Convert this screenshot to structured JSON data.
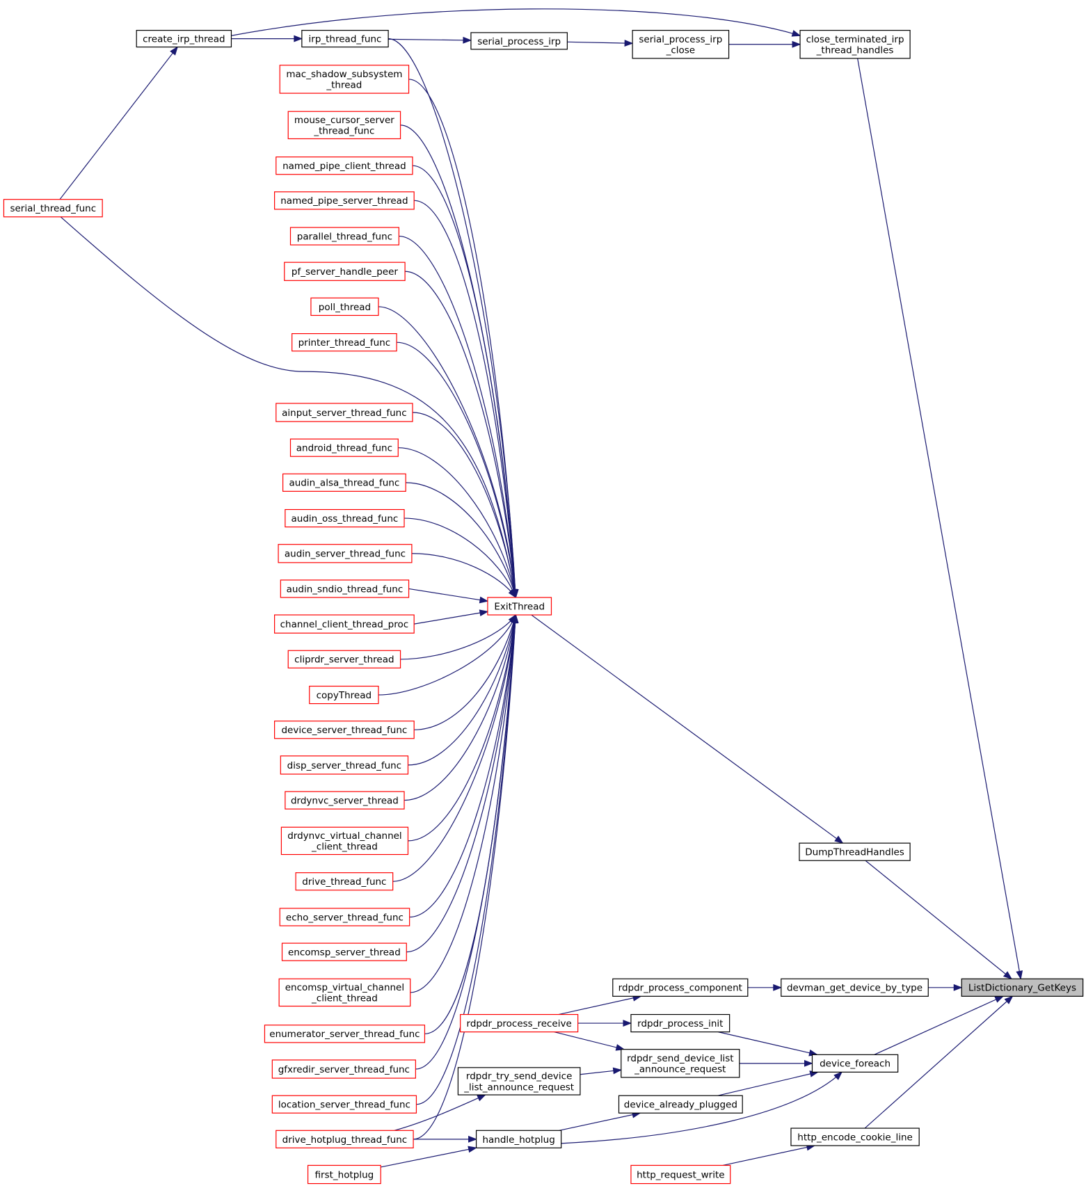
{
  "colors": {
    "edge": "#191970",
    "node_border_black": "#000000",
    "node_border_red": "#ff0000",
    "node_fill": "#ffffff",
    "root_fill": "#bfbfbf"
  },
  "root": "ListDictionary_GetKeys",
  "nodes": [
    {
      "id": "create_irp_thread",
      "lines": [
        "create_irp_thread"
      ],
      "border": "black"
    },
    {
      "id": "irp_thread_func",
      "lines": [
        "irp_thread_func"
      ],
      "border": "black"
    },
    {
      "id": "serial_process_irp",
      "lines": [
        "serial_process_irp"
      ],
      "border": "black"
    },
    {
      "id": "serial_process_irp_close",
      "lines": [
        "serial_process_irp",
        "_close"
      ],
      "border": "black"
    },
    {
      "id": "close_terminated_irp_thread_handles",
      "lines": [
        "close_terminated_irp",
        "_thread_handles"
      ],
      "border": "black"
    },
    {
      "id": "serial_thread_func",
      "lines": [
        "serial_thread_func"
      ],
      "border": "red"
    },
    {
      "id": "mac_shadow_subsystem_thread",
      "lines": [
        "mac_shadow_subsystem",
        "_thread"
      ],
      "border": "red"
    },
    {
      "id": "mouse_cursor_server_thread_func",
      "lines": [
        "mouse_cursor_server",
        "_thread_func"
      ],
      "border": "red"
    },
    {
      "id": "named_pipe_client_thread",
      "lines": [
        "named_pipe_client_thread"
      ],
      "border": "red"
    },
    {
      "id": "named_pipe_server_thread",
      "lines": [
        "named_pipe_server_thread"
      ],
      "border": "red"
    },
    {
      "id": "parallel_thread_func",
      "lines": [
        "parallel_thread_func"
      ],
      "border": "red"
    },
    {
      "id": "pf_server_handle_peer",
      "lines": [
        "pf_server_handle_peer"
      ],
      "border": "red"
    },
    {
      "id": "poll_thread",
      "lines": [
        "poll_thread"
      ],
      "border": "red"
    },
    {
      "id": "printer_thread_func",
      "lines": [
        "printer_thread_func"
      ],
      "border": "red"
    },
    {
      "id": "ainput_server_thread_func",
      "lines": [
        "ainput_server_thread_func"
      ],
      "border": "red"
    },
    {
      "id": "android_thread_func",
      "lines": [
        "android_thread_func"
      ],
      "border": "red"
    },
    {
      "id": "audin_alsa_thread_func",
      "lines": [
        "audin_alsa_thread_func"
      ],
      "border": "red"
    },
    {
      "id": "audin_oss_thread_func",
      "lines": [
        "audin_oss_thread_func"
      ],
      "border": "red"
    },
    {
      "id": "audin_server_thread_func",
      "lines": [
        "audin_server_thread_func"
      ],
      "border": "red"
    },
    {
      "id": "audin_sndio_thread_func",
      "lines": [
        "audin_sndio_thread_func"
      ],
      "border": "red"
    },
    {
      "id": "channel_client_thread_proc",
      "lines": [
        "channel_client_thread_proc"
      ],
      "border": "red"
    },
    {
      "id": "cliprdr_server_thread",
      "lines": [
        "cliprdr_server_thread"
      ],
      "border": "red"
    },
    {
      "id": "copyThread",
      "lines": [
        "copyThread"
      ],
      "border": "red"
    },
    {
      "id": "device_server_thread_func",
      "lines": [
        "device_server_thread_func"
      ],
      "border": "red"
    },
    {
      "id": "disp_server_thread_func",
      "lines": [
        "disp_server_thread_func"
      ],
      "border": "red"
    },
    {
      "id": "drdynvc_server_thread",
      "lines": [
        "drdynvc_server_thread"
      ],
      "border": "red"
    },
    {
      "id": "drdynvc_virtual_channel_client_thread",
      "lines": [
        "drdynvc_virtual_channel",
        "_client_thread"
      ],
      "border": "red"
    },
    {
      "id": "drive_thread_func",
      "lines": [
        "drive_thread_func"
      ],
      "border": "red"
    },
    {
      "id": "echo_server_thread_func",
      "lines": [
        "echo_server_thread_func"
      ],
      "border": "red"
    },
    {
      "id": "encomsp_server_thread",
      "lines": [
        "encomsp_server_thread"
      ],
      "border": "red"
    },
    {
      "id": "encomsp_virtual_channel_client_thread",
      "lines": [
        "encomsp_virtual_channel",
        "_client_thread"
      ],
      "border": "red"
    },
    {
      "id": "enumerator_server_thread_func",
      "lines": [
        "enumerator_server_thread_func"
      ],
      "border": "red"
    },
    {
      "id": "gfxredir_server_thread_func",
      "lines": [
        "gfxredir_server_thread_func"
      ],
      "border": "red"
    },
    {
      "id": "location_server_thread_func",
      "lines": [
        "location_server_thread_func"
      ],
      "border": "red"
    },
    {
      "id": "drive_hotplug_thread_func",
      "lines": [
        "drive_hotplug_thread_func"
      ],
      "border": "red"
    },
    {
      "id": "first_hotplug",
      "lines": [
        "first_hotplug"
      ],
      "border": "red"
    },
    {
      "id": "ExitThread",
      "lines": [
        "ExitThread"
      ],
      "border": "red"
    },
    {
      "id": "DumpThreadHandles",
      "lines": [
        "DumpThreadHandles"
      ],
      "border": "black"
    },
    {
      "id": "rdpdr_process_component",
      "lines": [
        "rdpdr_process_component"
      ],
      "border": "black"
    },
    {
      "id": "devman_get_device_by_type",
      "lines": [
        "devman_get_device_by_type"
      ],
      "border": "black"
    },
    {
      "id": "ListDictionary_GetKeys",
      "lines": [
        "ListDictionary_GetKeys"
      ],
      "border": "black",
      "root": true
    },
    {
      "id": "rdpdr_process_receive",
      "lines": [
        "rdpdr_process_receive"
      ],
      "border": "red"
    },
    {
      "id": "rdpdr_process_init",
      "lines": [
        "rdpdr_process_init"
      ],
      "border": "black"
    },
    {
      "id": "rdpdr_send_device_list_announce_request",
      "lines": [
        "rdpdr_send_device_list",
        "_announce_request"
      ],
      "border": "black"
    },
    {
      "id": "device_foreach",
      "lines": [
        "device_foreach"
      ],
      "border": "black"
    },
    {
      "id": "rdpdr_try_send_device_list_announce_request",
      "lines": [
        "rdpdr_try_send_device",
        "_list_announce_request"
      ],
      "border": "black"
    },
    {
      "id": "device_already_plugged",
      "lines": [
        "device_already_plugged"
      ],
      "border": "black"
    },
    {
      "id": "handle_hotplug",
      "lines": [
        "handle_hotplug"
      ],
      "border": "black"
    },
    {
      "id": "http_encode_cookie_line",
      "lines": [
        "http_encode_cookie_line"
      ],
      "border": "black"
    },
    {
      "id": "http_request_write",
      "lines": [
        "http_request_write"
      ],
      "border": "red"
    }
  ],
  "edges": [
    [
      "create_irp_thread",
      "close_terminated_irp_thread_handles"
    ],
    [
      "create_irp_thread",
      "irp_thread_func"
    ],
    [
      "irp_thread_func",
      "serial_process_irp"
    ],
    [
      "serial_process_irp",
      "serial_process_irp_close"
    ],
    [
      "serial_process_irp_close",
      "close_terminated_irp_thread_handles"
    ],
    [
      "serial_thread_func",
      "create_irp_thread"
    ],
    [
      "serial_thread_func",
      "ExitThread"
    ],
    [
      "irp_thread_func",
      "ExitThread"
    ],
    [
      "mac_shadow_subsystem_thread",
      "ExitThread"
    ],
    [
      "mouse_cursor_server_thread_func",
      "ExitThread"
    ],
    [
      "named_pipe_client_thread",
      "ExitThread"
    ],
    [
      "named_pipe_server_thread",
      "ExitThread"
    ],
    [
      "parallel_thread_func",
      "ExitThread"
    ],
    [
      "pf_server_handle_peer",
      "ExitThread"
    ],
    [
      "poll_thread",
      "ExitThread"
    ],
    [
      "printer_thread_func",
      "ExitThread"
    ],
    [
      "ainput_server_thread_func",
      "ExitThread"
    ],
    [
      "android_thread_func",
      "ExitThread"
    ],
    [
      "audin_alsa_thread_func",
      "ExitThread"
    ],
    [
      "audin_oss_thread_func",
      "ExitThread"
    ],
    [
      "audin_server_thread_func",
      "ExitThread"
    ],
    [
      "audin_sndio_thread_func",
      "ExitThread"
    ],
    [
      "channel_client_thread_proc",
      "ExitThread"
    ],
    [
      "cliprdr_server_thread",
      "ExitThread"
    ],
    [
      "copyThread",
      "ExitThread"
    ],
    [
      "device_server_thread_func",
      "ExitThread"
    ],
    [
      "disp_server_thread_func",
      "ExitThread"
    ],
    [
      "drdynvc_server_thread",
      "ExitThread"
    ],
    [
      "drdynvc_virtual_channel_client_thread",
      "ExitThread"
    ],
    [
      "drive_thread_func",
      "ExitThread"
    ],
    [
      "echo_server_thread_func",
      "ExitThread"
    ],
    [
      "encomsp_server_thread",
      "ExitThread"
    ],
    [
      "encomsp_virtual_channel_client_thread",
      "ExitThread"
    ],
    [
      "enumerator_server_thread_func",
      "ExitThread"
    ],
    [
      "gfxredir_server_thread_func",
      "ExitThread"
    ],
    [
      "location_server_thread_func",
      "ExitThread"
    ],
    [
      "drive_hotplug_thread_func",
      "ExitThread"
    ],
    [
      "ExitThread",
      "DumpThreadHandles"
    ],
    [
      "close_terminated_irp_thread_handles",
      "ListDictionary_GetKeys"
    ],
    [
      "DumpThreadHandles",
      "ListDictionary_GetKeys"
    ],
    [
      "devman_get_device_by_type",
      "ListDictionary_GetKeys"
    ],
    [
      "rdpdr_process_component",
      "devman_get_device_by_type"
    ],
    [
      "rdpdr_process_receive",
      "rdpdr_process_component"
    ],
    [
      "rdpdr_process_receive",
      "rdpdr_process_init"
    ],
    [
      "rdpdr_process_receive",
      "rdpdr_send_device_list_announce_request"
    ],
    [
      "rdpdr_process_init",
      "device_foreach"
    ],
    [
      "rdpdr_send_device_list_announce_request",
      "device_foreach"
    ],
    [
      "rdpdr_try_send_device_list_announce_request",
      "rdpdr_send_device_list_announce_request"
    ],
    [
      "device_already_plugged",
      "device_foreach"
    ],
    [
      "handle_hotplug",
      "device_foreach"
    ],
    [
      "handle_hotplug",
      "device_already_plugged"
    ],
    [
      "drive_hotplug_thread_func",
      "rdpdr_try_send_device_list_announce_request"
    ],
    [
      "drive_hotplug_thread_func",
      "handle_hotplug"
    ],
    [
      "first_hotplug",
      "handle_hotplug"
    ],
    [
      "device_foreach",
      "ListDictionary_GetKeys"
    ],
    [
      "http_encode_cookie_line",
      "ListDictionary_GetKeys"
    ],
    [
      "http_request_write",
      "http_encode_cookie_line"
    ]
  ]
}
